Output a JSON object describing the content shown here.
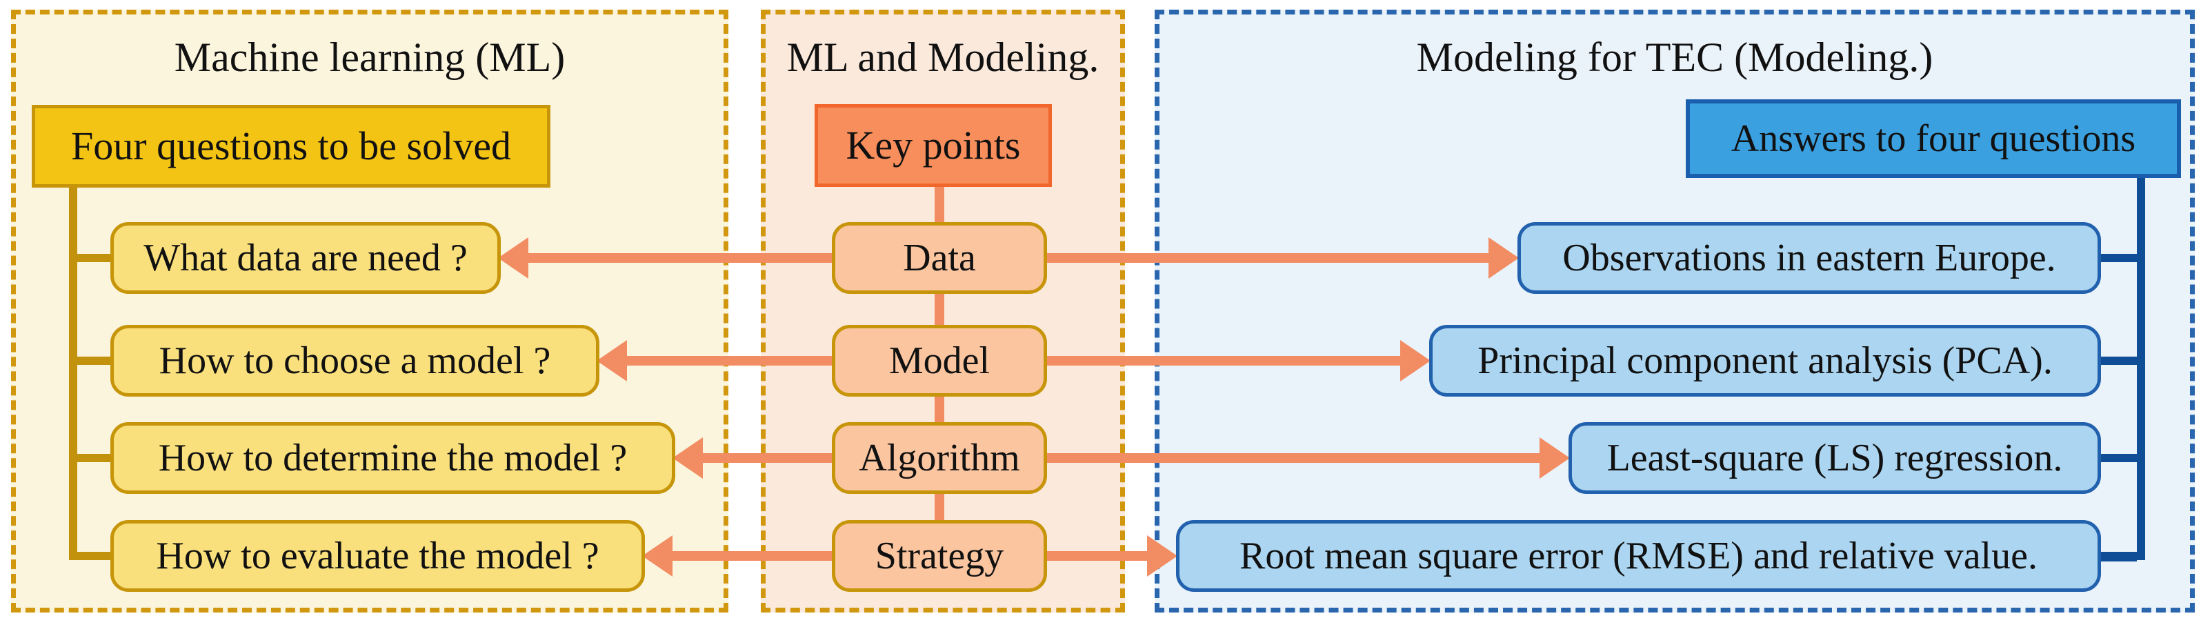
{
  "diagram": {
    "ml": {
      "title": "Machine learning (ML)",
      "header": "Four questions to be solved",
      "questions": [
        "What data are need ?",
        "How to choose a model ?",
        "How to determine the model ?",
        "How to evaluate the model ?"
      ]
    },
    "bridge": {
      "title": "ML and Modeling.",
      "header": "Key points",
      "keypoints": [
        "Data",
        "Model",
        "Algorithm",
        "Strategy"
      ]
    },
    "tec": {
      "title": "Modeling for TEC (Modeling.)",
      "header": "Answers to four questions",
      "answers": [
        "Observations in eastern Europe.",
        "Principal component analysis (PCA).",
        "Least-square (LS) regression.",
        "Root mean square error (RMSE) and relative value."
      ]
    }
  },
  "colors": {
    "panel-ml-bg": "#FCF5DD",
    "gold-dash": "#D1980F",
    "gold-stroke": "#C7950A",
    "gold-line": "#C3920D",
    "ml-header-bg": "#F4C414",
    "ml-box-bg": "#FAE07C",
    "bridge-bg": "#FBE9DC",
    "bridge-header-bg": "#F78E5B",
    "bridge-header-border": "#F1662B",
    "bridge-box-bg": "#FBC59F",
    "salmon": "#F28C63",
    "tec-bg": "#EAF2FA",
    "tec-dash": "#2A66AE",
    "tec-header-bg": "#3BA0DF",
    "tec-header-border": "#1A5FAE",
    "tec-box-bg": "#ABD5F0",
    "tec-box-border": "#2161AD",
    "navy-line": "#0F4E97",
    "text": "#111111"
  }
}
